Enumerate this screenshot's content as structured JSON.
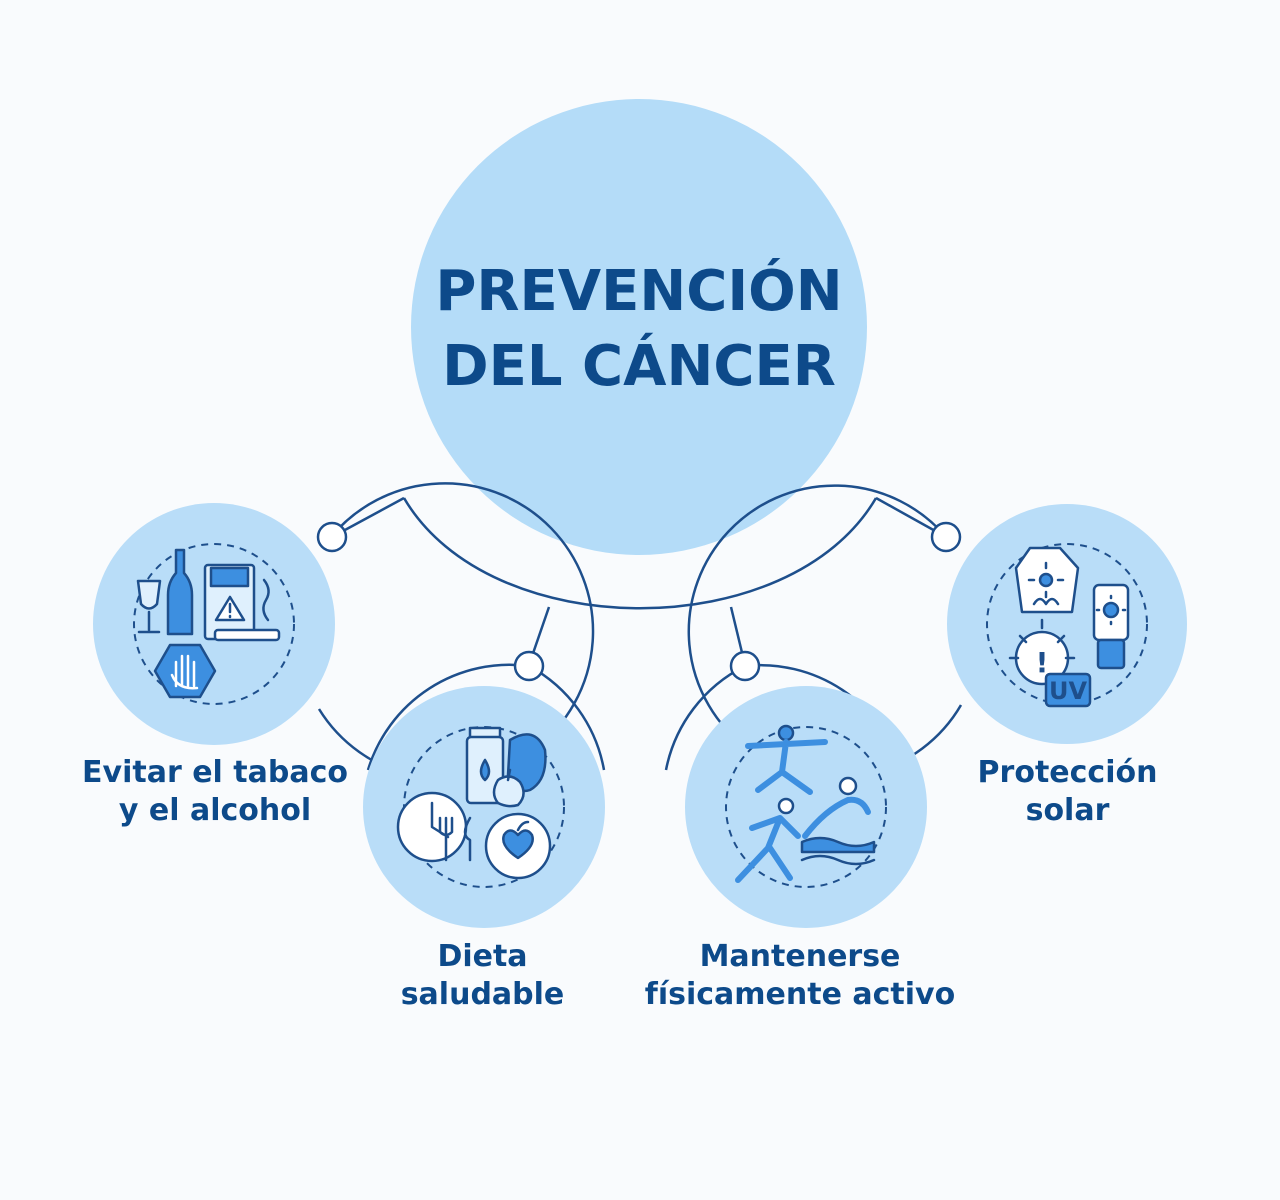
{
  "title": {
    "line1": "PREVENCIÓN",
    "line2": "DEL CÁNCER"
  },
  "branches": [
    {
      "line1": "Evitar el tabaco",
      "line2": "y el alcohol",
      "icon": "cigarette-alcohol-stop-icon"
    },
    {
      "line1": "Dieta",
      "line2": "saludable",
      "icon": "healthy-diet-icon"
    },
    {
      "line1": "Mantenerse",
      "line2": "físicamente activo",
      "icon": "physical-activity-icon"
    },
    {
      "line1": "Protección",
      "line2": "solar",
      "icon": "sun-protection-icon"
    }
  ],
  "icon_text": {
    "uv": "UV",
    "warning": "!"
  },
  "colors": {
    "title_circle": "#b4dcf8",
    "node_circle": "#b9ddf8",
    "ink": "#0d4a8a",
    "line": "#1e4f8c",
    "icon_fill": "#3d8fe0",
    "icon_light": "#dff0fd"
  }
}
